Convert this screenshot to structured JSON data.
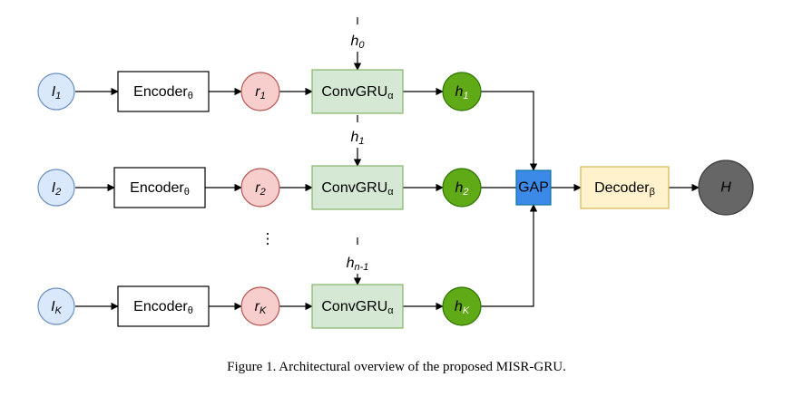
{
  "figure": {
    "caption": "Figure 1. Architectural overview of the proposed MISR-GRU."
  },
  "rows": [
    {
      "input": {
        "base": "I",
        "sub": "1"
      },
      "encoder": {
        "base": "Encoder",
        "sub": "θ"
      },
      "repr": {
        "base": "r",
        "sub": "1"
      },
      "gru": {
        "base": "ConvGRU",
        "sub": "α"
      },
      "hidden": {
        "base": "h",
        "sub": "1"
      },
      "state_in": {
        "base": "h",
        "sub": "0"
      }
    },
    {
      "input": {
        "base": "I",
        "sub": "2"
      },
      "encoder": {
        "base": "Encoder",
        "sub": "θ"
      },
      "repr": {
        "base": "r",
        "sub": "2"
      },
      "gru": {
        "base": "ConvGRU",
        "sub": "α"
      },
      "hidden": {
        "base": "h",
        "sub": "2"
      },
      "state_in": {
        "base": "h",
        "sub": "1"
      }
    },
    {
      "input": {
        "base": "I",
        "sub": "K"
      },
      "encoder": {
        "base": "Encoder",
        "sub": "θ"
      },
      "repr": {
        "base": "r",
        "sub": "K"
      },
      "gru": {
        "base": "ConvGRU",
        "sub": "α"
      },
      "hidden": {
        "base": "h",
        "sub": "K"
      },
      "state_in": {
        "base": "h",
        "sub": "n-1"
      }
    }
  ],
  "ellipsis": "⋮",
  "gap": {
    "label": "GAP"
  },
  "decoder": {
    "base": "Decoder",
    "sub": "β"
  },
  "output": {
    "label": "H"
  },
  "colors": {
    "input_fill": "#dae8fc",
    "input_stroke": "#6c8ebf",
    "repr_fill": "#f8cecc",
    "repr_stroke": "#b85450",
    "gru_fill": "#d5e8d4",
    "gru_stroke": "#82b366",
    "hidden_fill": "#60a917",
    "hidden_stroke": "#2d7600",
    "gap_fill": "#3c8ae8",
    "gap_stroke": "#10739e",
    "decoder_fill": "#fff2cc",
    "decoder_stroke": "#d6b656",
    "output_fill": "#666666",
    "output_stroke": "#3a3a3a"
  }
}
